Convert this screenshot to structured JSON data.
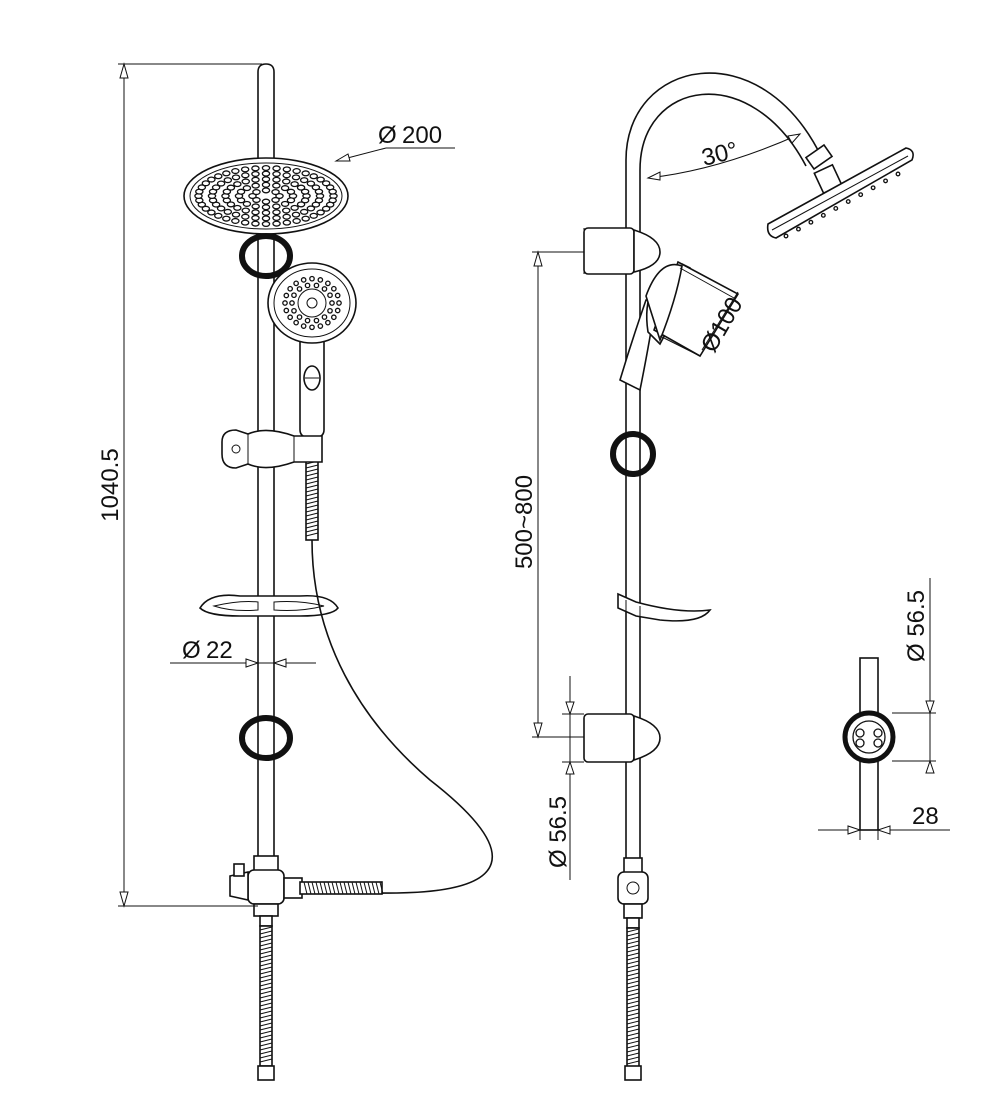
{
  "dimensions": {
    "total_height": "1040.5",
    "head_diameter_symbol": "Ø",
    "head_diameter_value": "200",
    "pipe_diameter_symbol": "Ø",
    "pipe_diameter_value": "22",
    "bracket_spacing": "500~800",
    "bracket_diameter_side": "Ø 56.5",
    "handheld_diameter": "Ø100",
    "arm_angle": "30°",
    "bracket_diameter_detail": "Ø 56.5",
    "bracket_depth": "28"
  },
  "icons": [
    "rain-shower-head-icon",
    "hand-shower-icon",
    "wall-bracket-icon",
    "slide-holder-icon",
    "soap-dish-icon",
    "diverter-valve-icon",
    "flexible-hose-icon"
  ]
}
